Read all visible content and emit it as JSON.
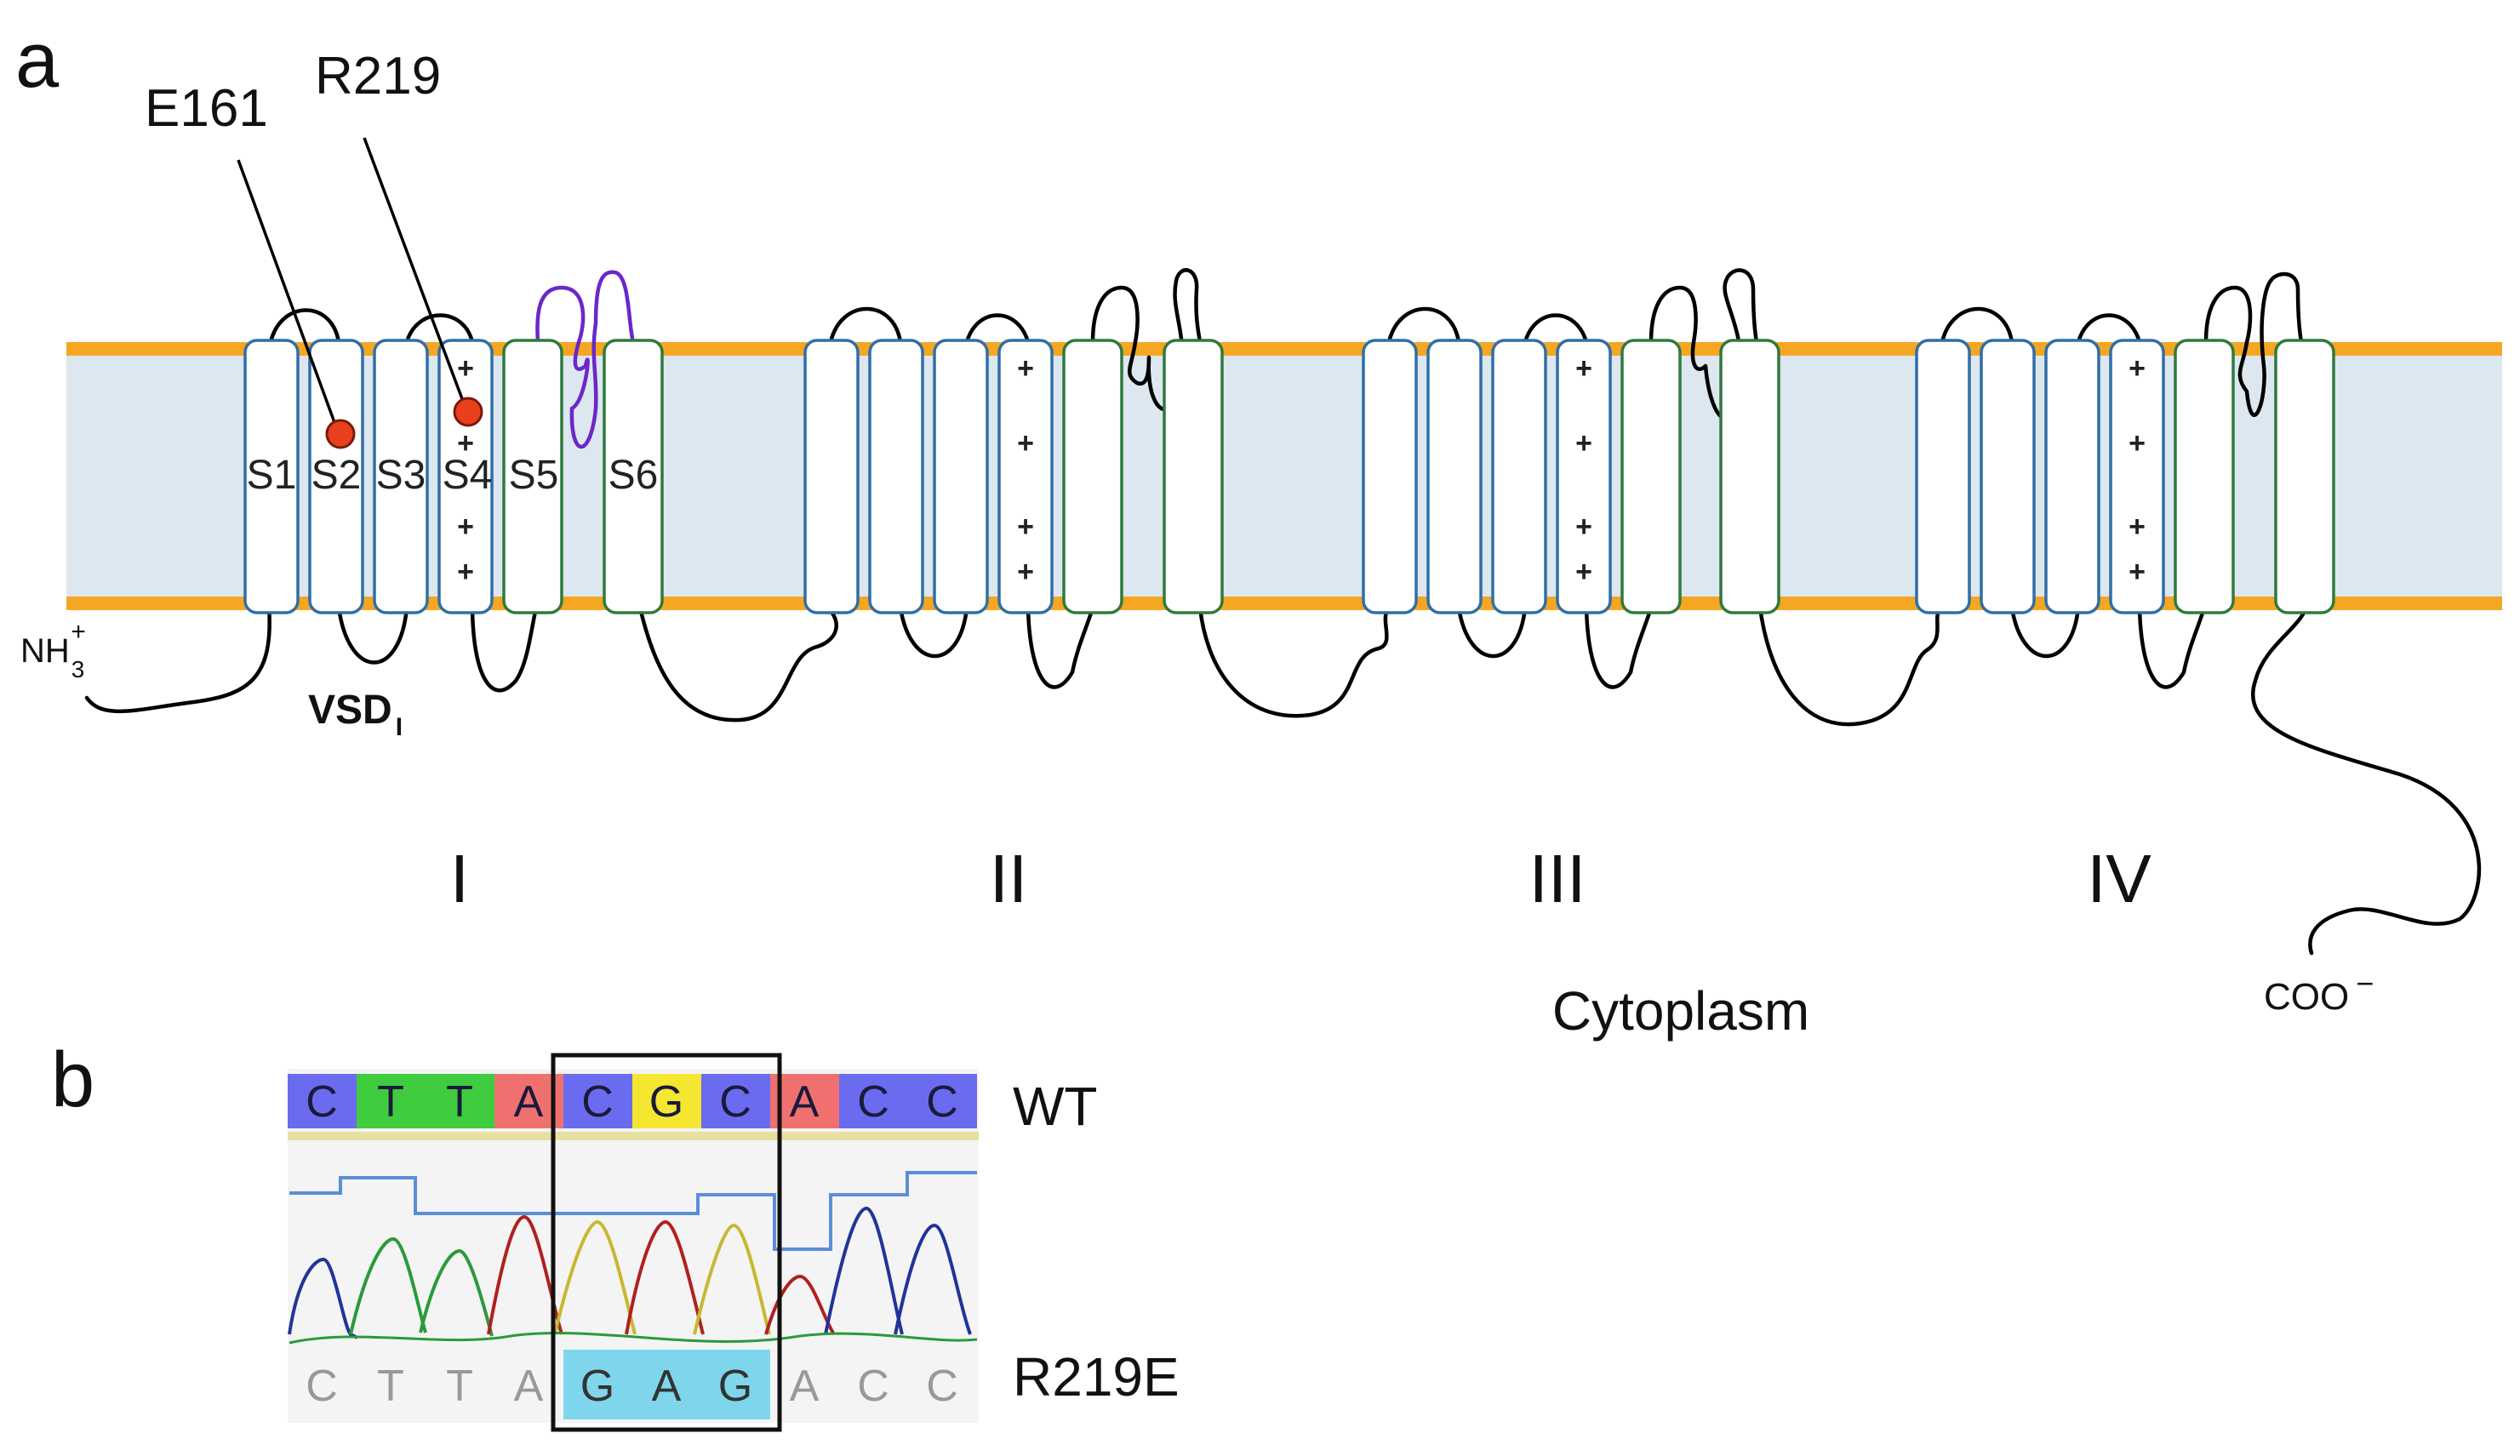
{
  "panel_a": {
    "label": "a",
    "residue_1": "E161",
    "residue_2": "R219",
    "segments": [
      "S1",
      "S2",
      "S3",
      "S4",
      "S5",
      "S6"
    ],
    "vsd_label": "VSD",
    "vsd_subscript": "I",
    "n_terminus": "NH",
    "n_terminus_sub": "3",
    "n_terminus_sup": "+",
    "c_terminus": "COO",
    "c_terminus_sup": "−",
    "domains": [
      "I",
      "II",
      "III",
      "IV"
    ],
    "compartment": "Cytoplasm",
    "colors": {
      "membrane_edge": "#f5a623",
      "membrane_fill": "#dde7f0",
      "helix_vsd_outline": "#2f6fa6",
      "helix_pore_outline": "#2f7a3d",
      "p_loop_domain_i": "#6a28c8",
      "mutation_site": "#e8401c"
    }
  },
  "panel_b": {
    "label": "b",
    "wt_label": "WT",
    "mut_label": "R219E",
    "wt_sequence": [
      "C",
      "T",
      "T",
      "A",
      "C",
      "G",
      "C",
      "A",
      "C",
      "C"
    ],
    "mut_sequence": [
      "C",
      "T",
      "T",
      "A",
      "G",
      "A",
      "G",
      "A",
      "C",
      "C"
    ],
    "colors": {
      "base_C": "#6b6bf0",
      "base_T": "#3fcc3f",
      "base_A": "#f07070",
      "base_G": "#f5e632",
      "mut_highlight": "#7fd6ec",
      "trace_blue": "#223399",
      "trace_red": "#b02020",
      "trace_green": "#2a9a3a",
      "trace_yellow": "#c8b830"
    }
  }
}
